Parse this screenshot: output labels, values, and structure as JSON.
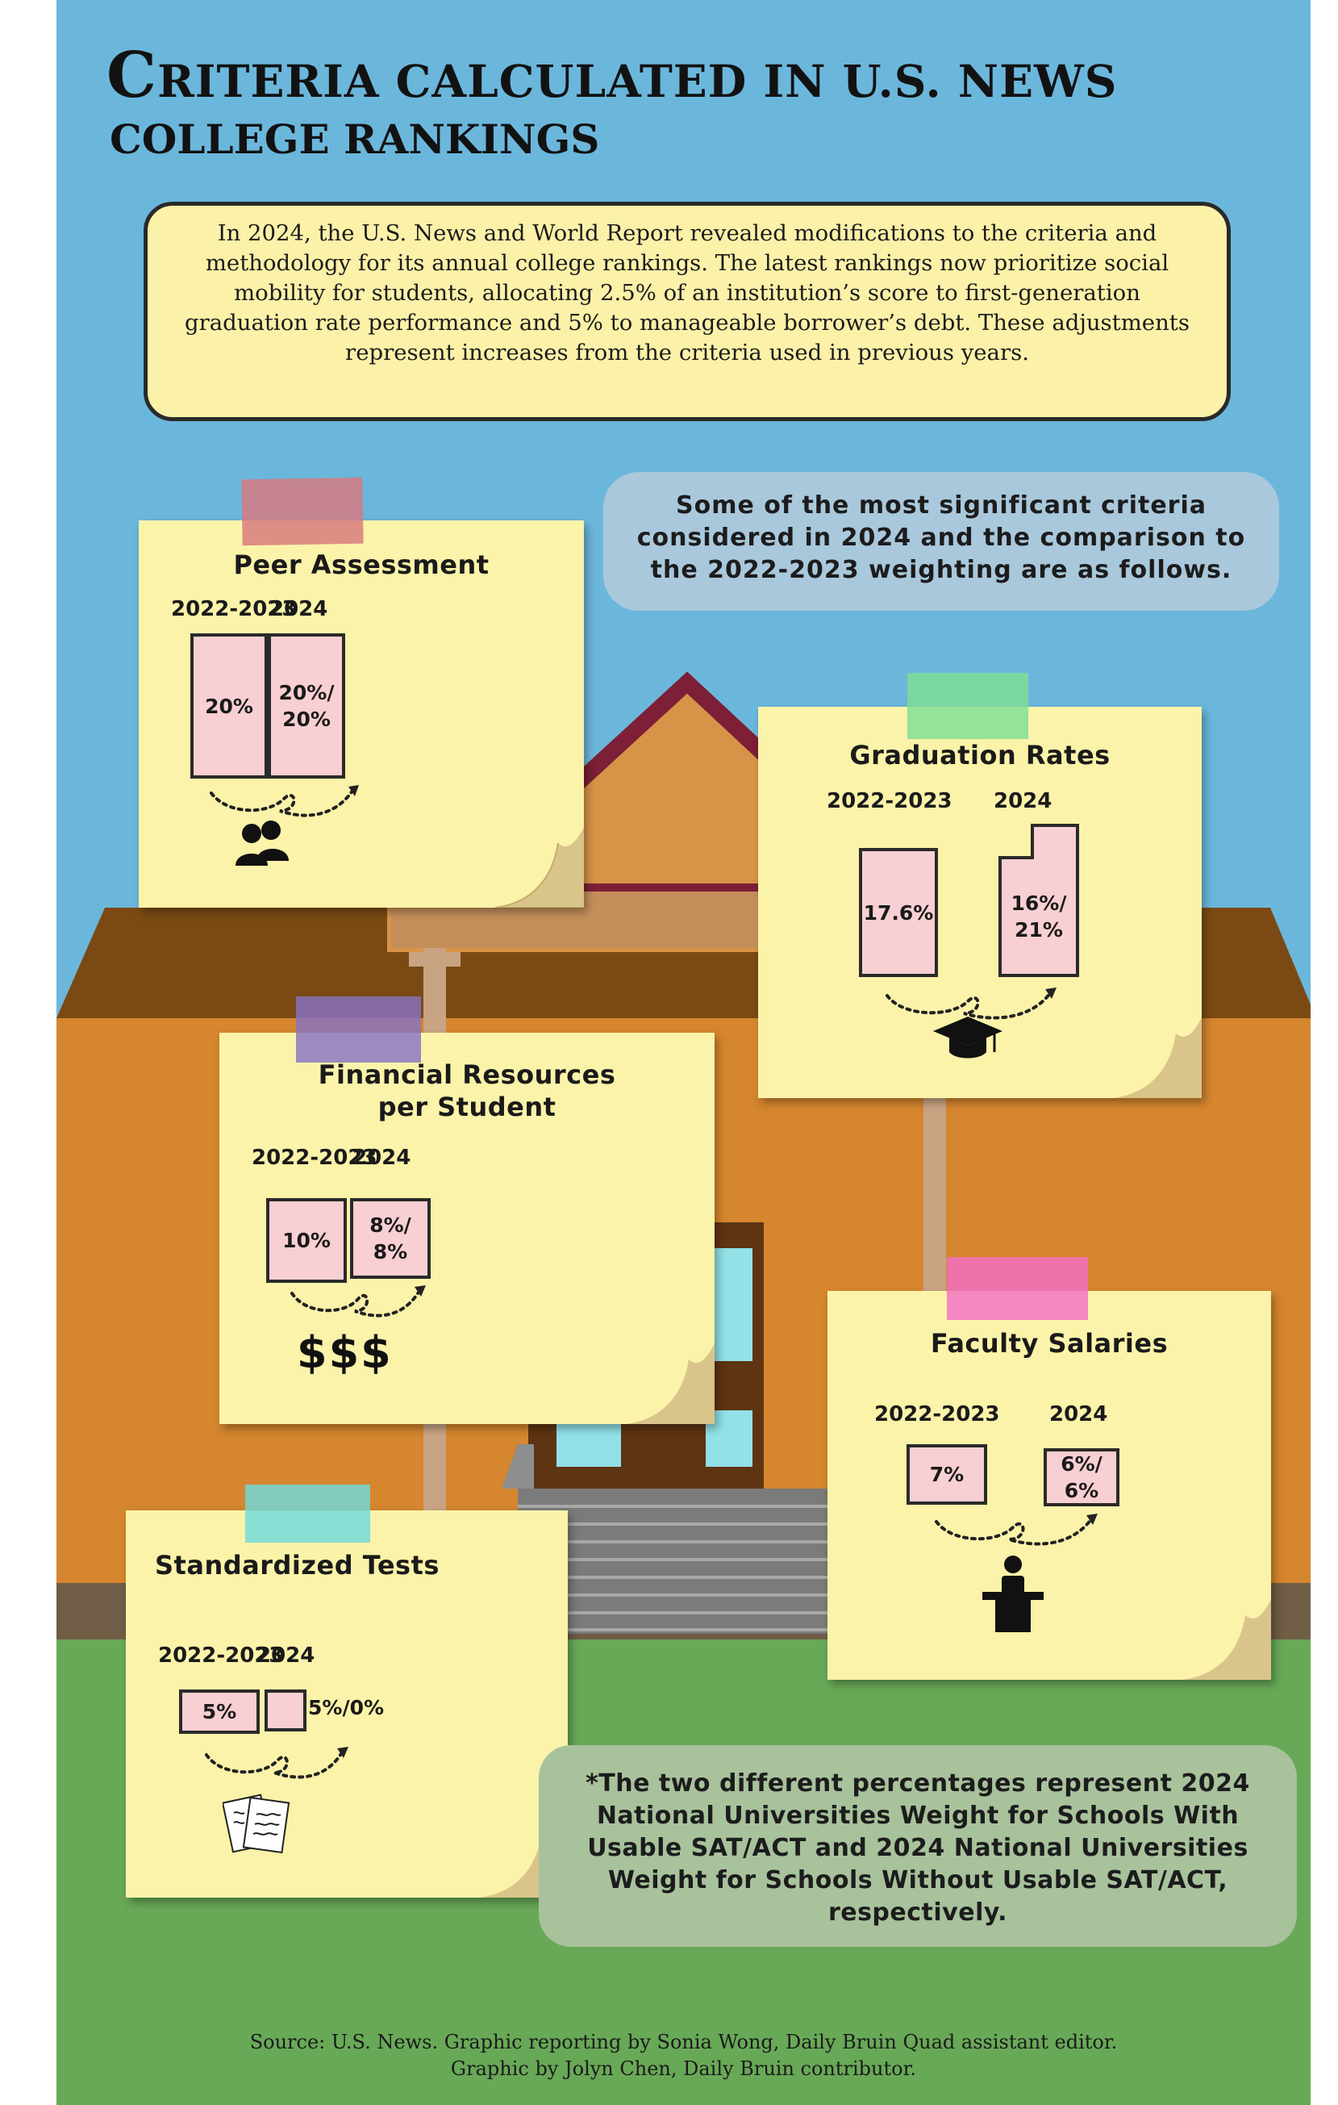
{
  "title": {
    "line1_initial": "C",
    "line1_rest": "RITERIA CALCULATED IN U.S. NEWS",
    "line2": "COLLEGE RANKINGS"
  },
  "intro": "In 2024, the U.S. News and World Report revealed modifications to the criteria and methodology for its annual college rankings. The latest rankings now prioritize social mobility for students, allocating 2.5% of an institution’s score to first-generation graduation rate performance and 5% to manageable borrower’s debt. These adjustments represent increases from the criteria used in previous years.",
  "subheading": "Some of the most significant criteria considered in 2024 and the comparison to the 2022-2023 weighting are as follows.",
  "criteria": [
    {
      "name": "Peer Assessment",
      "period_a": "2022-2023",
      "period_b": "2024",
      "value_a": "20%",
      "value_b_line1": "20%/",
      "value_b_line2": "20%",
      "icon": "people-icon"
    },
    {
      "name": "Graduation Rates",
      "period_a": "2022-2023",
      "period_b": "2024",
      "value_a": "17.6%",
      "value_b_line1": "16%/",
      "value_b_line2": "21%",
      "icon": "graduation-cap-icon"
    },
    {
      "name_line1": "Financial Resources",
      "name_line2": "per Student",
      "period_a": "2022-2023",
      "period_b": "2024",
      "value_a": "10%",
      "value_b_line1": "8%/",
      "value_b_line2": "8%",
      "icon": "dollar-signs-icon",
      "icon_text": "$$$"
    },
    {
      "name": "Faculty Salaries",
      "period_a": "2022-2023",
      "period_b": "2024",
      "value_a": "7%",
      "value_b_line1": "6%/",
      "value_b_line2": "6%",
      "icon": "lecturer-podium-icon"
    },
    {
      "name": "Standardized Tests",
      "period_a": "2022-2023",
      "period_b": "2024",
      "value_a": "5%",
      "value_b": "5%/0%",
      "icon": "test-papers-icon"
    }
  ],
  "footnote": "*The two different percentages represent 2024 National Universities Weight for Schools With Usable SAT/ACT and 2024 National Universities Weight for Schools Without Usable SAT/ACT, respectively.",
  "source_line1": "Source: U.S. News. Graphic reporting by Sonia Wong, Daily Bruin Quad assistant editor.",
  "source_line2": "Graphic by Jolyn Chen, Daily Bruin contributor.",
  "colors": {
    "sky": "#6bb7dc",
    "grass": "#68a957",
    "building": "#d5862e",
    "roof": "#7b4a14",
    "sticky_note": "#fbf3a9",
    "value_box": "#f8cfd2"
  }
}
